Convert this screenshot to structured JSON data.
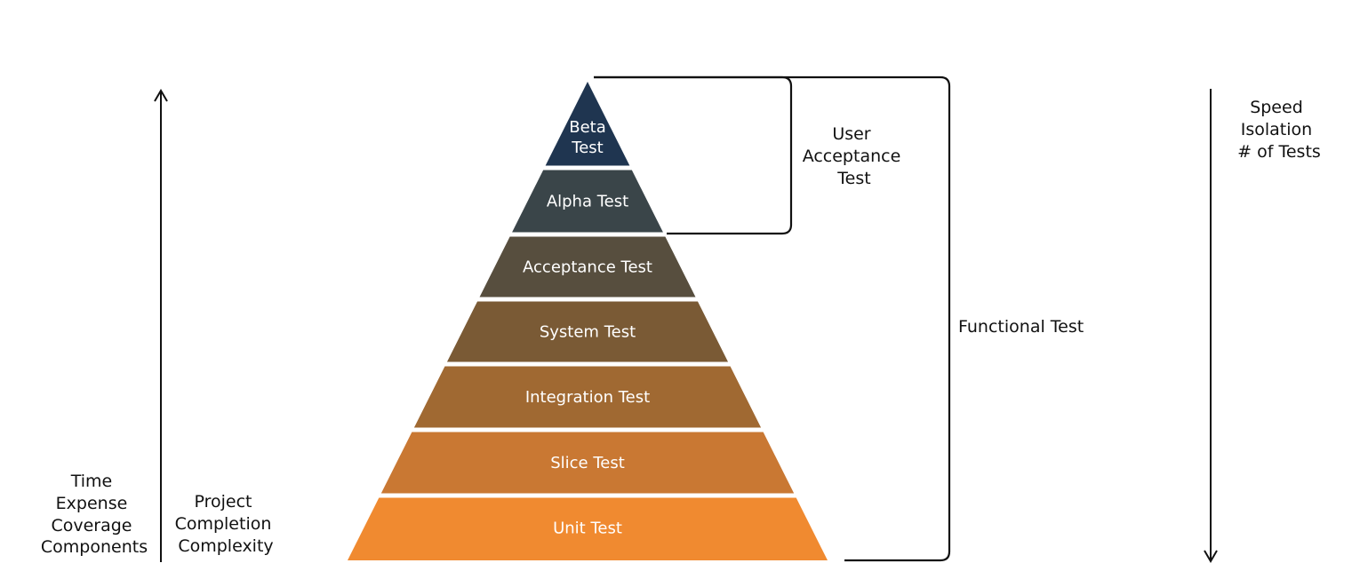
{
  "tiers": [
    {
      "lines": [
        "Beta",
        "Test"
      ],
      "color": "#1f3550"
    },
    {
      "lines": [
        "Alpha Test"
      ],
      "color": "#3a4549"
    },
    {
      "lines": [
        "Acceptance Test"
      ],
      "color": "#574e3e"
    },
    {
      "lines": [
        "System Test"
      ],
      "color": "#7a5a35"
    },
    {
      "lines": [
        "Integration Test"
      ],
      "color": "#a06932"
    },
    {
      "lines": [
        "Slice Test"
      ],
      "color": "#c97833"
    },
    {
      "lines": [
        "Unit Test"
      ],
      "color": "#f08a30"
    }
  ],
  "brackets": {
    "user_acceptance": {
      "lines": [
        "User",
        "Acceptance",
        "Test"
      ]
    },
    "functional": {
      "lines": [
        "Functional Test"
      ]
    }
  },
  "left_axis": {
    "lines": [
      "Time",
      "Expense",
      "Coverage",
      "Components"
    ],
    "direction": "up"
  },
  "left_inner": {
    "lines": [
      "Project",
      "Completion",
      "Complexity"
    ]
  },
  "right_axis": {
    "lines": [
      "Speed",
      "Isolation",
      "# of Tests"
    ],
    "direction": "down"
  }
}
